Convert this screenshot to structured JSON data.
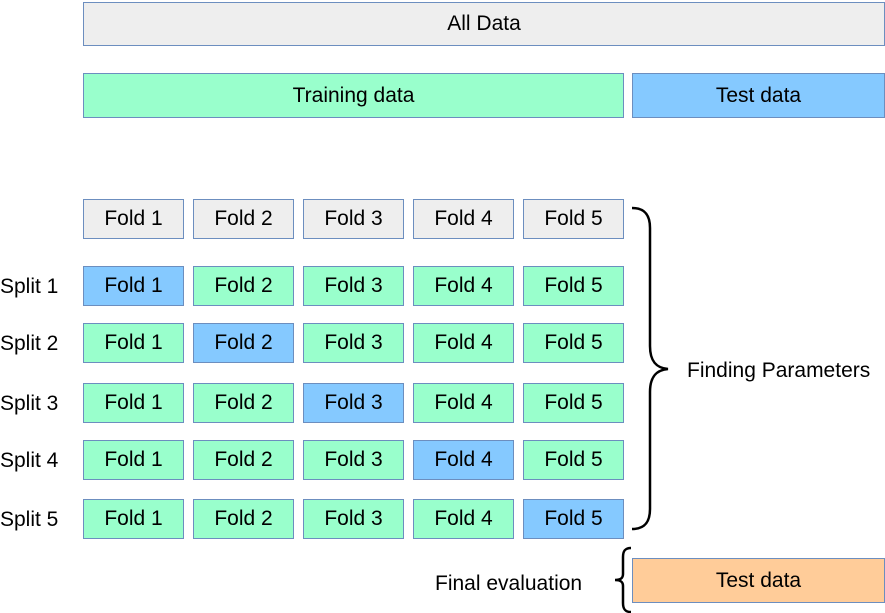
{
  "top": {
    "all_data": "All Data",
    "training_data": "Training data",
    "test_data": "Test data"
  },
  "header_folds": [
    "Fold 1",
    "Fold 2",
    "Fold 3",
    "Fold 4",
    "Fold 5"
  ],
  "splits": [
    {
      "label": "Split 1",
      "folds": [
        "Fold 1",
        "Fold 2",
        "Fold 3",
        "Fold 4",
        "Fold 5"
      ],
      "test_fold_index": 0
    },
    {
      "label": "Split 2",
      "folds": [
        "Fold 1",
        "Fold 2",
        "Fold 3",
        "Fold 4",
        "Fold 5"
      ],
      "test_fold_index": 1
    },
    {
      "label": "Split 3",
      "folds": [
        "Fold 1",
        "Fold 2",
        "Fold 3",
        "Fold 4",
        "Fold 5"
      ],
      "test_fold_index": 2
    },
    {
      "label": "Split 4",
      "folds": [
        "Fold 1",
        "Fold 2",
        "Fold 3",
        "Fold 4",
        "Fold 5"
      ],
      "test_fold_index": 3
    },
    {
      "label": "Split 5",
      "folds": [
        "Fold 1",
        "Fold 2",
        "Fold 3",
        "Fold 4",
        "Fold 5"
      ],
      "test_fold_index": 4
    }
  ],
  "annotations": {
    "finding_parameters": "Finding Parameters",
    "final_evaluation": "Final evaluation",
    "final_test_data": "Test data"
  },
  "colors": {
    "all_data": "#eeeeee",
    "training": "#99ffcc",
    "test": "#85c9ff",
    "final_test": "#ffcc99",
    "border": "#6c8ebf"
  }
}
